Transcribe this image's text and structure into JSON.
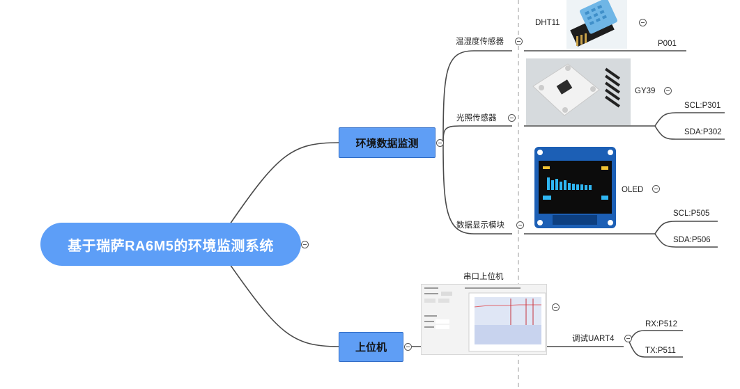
{
  "root": {
    "label": "基于瑞萨RA6M5的环境监测系统"
  },
  "branches": {
    "env": {
      "label": "环境数据监测",
      "temp_sensor": {
        "label": "温湿度传感器",
        "module": "DHT11",
        "pin": "P001"
      },
      "light_sensor": {
        "label": "光照传感器",
        "module": "GY39",
        "scl": "SCL:P301",
        "sda": "SDA:P302"
      },
      "display": {
        "label": "数据显示模块",
        "module": "OLED",
        "scl": "SCL:P505",
        "sda": "SDA:P506"
      }
    },
    "pc": {
      "label": "上位机",
      "serial": {
        "label": "串口上位机"
      },
      "uart": {
        "label": "调试UART4",
        "rx": "RX:P512",
        "tx": "TX:P511"
      }
    }
  },
  "images": {
    "dht11": "dht11-sensor-photo",
    "gy39": "gy39-light-sensor-photo",
    "oled": "oled-display-photo",
    "serial_screenshot": "serial-host-software-screenshot"
  },
  "colors": {
    "root_fill": "#5d9ef7",
    "branch_fill": "#5f9ef5",
    "branch_border": "#2e6bc6",
    "connector": "#4a4a4a"
  }
}
